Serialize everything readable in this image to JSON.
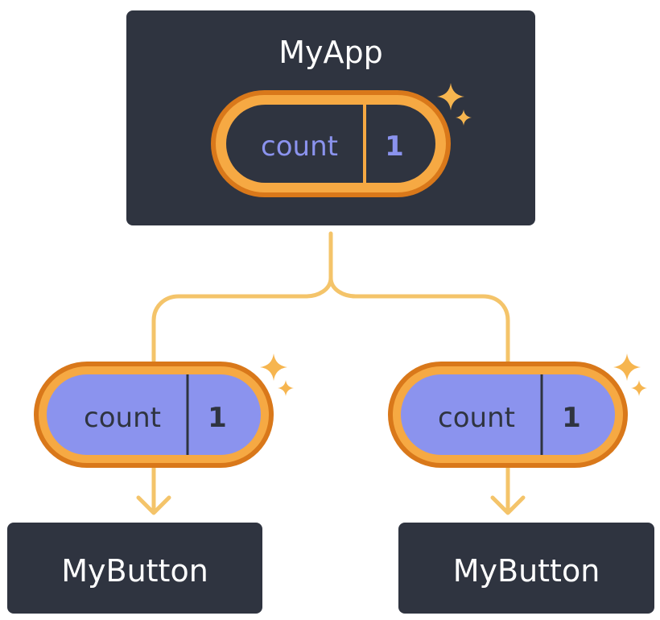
{
  "colors": {
    "box": "#2f3440",
    "connector": "#f4c46a",
    "pill_outer": "#d9781a",
    "pill_ring": "#f6a943",
    "pill_dark": "#2f3440",
    "pill_light": "#8b93ee",
    "pill_light_text": "#2f3440",
    "pill_dark_key_text": "#8b93ee",
    "sparkle": "#f6b54f"
  },
  "parent": {
    "label": "MyApp",
    "state": {
      "key": "count",
      "value": "1"
    }
  },
  "children": [
    {
      "label": "MyButton",
      "state": {
        "key": "count",
        "value": "1"
      }
    },
    {
      "label": "MyButton",
      "state": {
        "key": "count",
        "value": "1"
      }
    }
  ]
}
